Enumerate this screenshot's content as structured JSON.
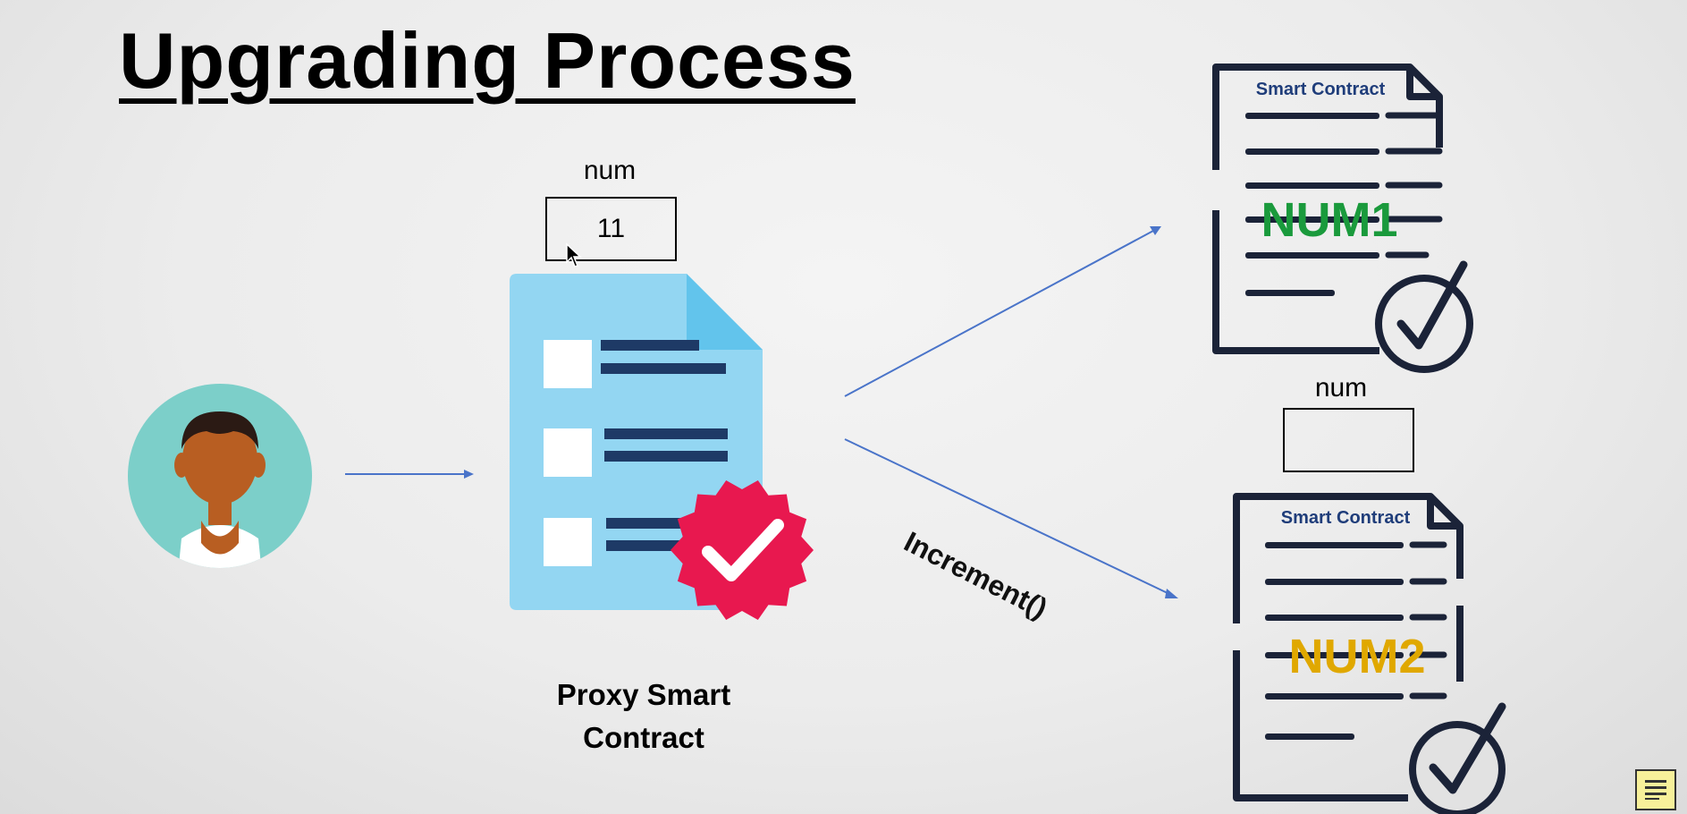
{
  "title": "Upgrading Process",
  "proxy": {
    "variable_label": "num",
    "variable_value": "11",
    "label": "Proxy Smart Contract"
  },
  "arrow_label": "Increment()",
  "contracts": [
    {
      "heading": "Smart Contract",
      "name": "NUM1",
      "name_color": "#1a9a3c"
    },
    {
      "heading": "Smart Contract",
      "name": "NUM2",
      "name_color": "#e0a800",
      "variable_label": "num",
      "variable_value": ""
    }
  ],
  "colors": {
    "arrow": "#4a74c9",
    "document_outline": "#1b2338",
    "proxy_doc": "#93d6f2",
    "proxy_doc_fold": "#62c4ec",
    "badge": "#e8184f",
    "avatar_bg": "#7ccfc9",
    "skin": "#b85e22",
    "hair": "#2b1a14"
  },
  "icons": [
    "user-avatar-icon",
    "document-icon",
    "verified-badge-icon",
    "check-circle-icon",
    "mouse-cursor-icon"
  ]
}
